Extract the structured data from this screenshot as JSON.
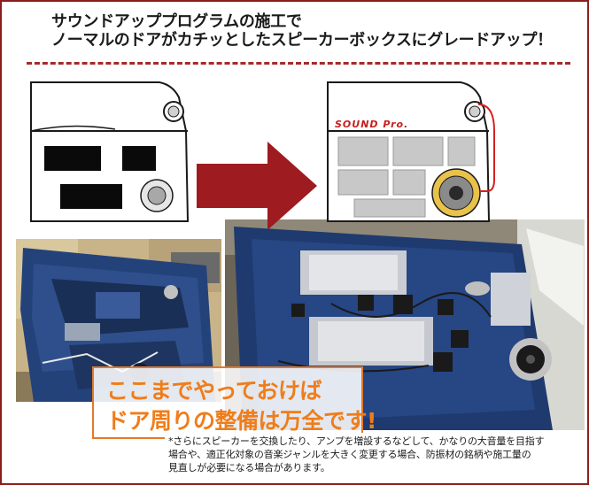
{
  "headline": {
    "line1": "サウンドアッププログラムの施工で",
    "line2": "ノーマルのドアがカチッとしたスピーカーボックスにグレードアップ！"
  },
  "diagram": {
    "brand_logo": "SOUND Pro."
  },
  "callout": {
    "line1": "ここまでやっておけば",
    "line2": "ドア周りの整備は万全です!"
  },
  "footnote": {
    "line1": "*さらにスピーカーを交換したり、アンプを増設するなどして、かなりの大音量を目指す",
    "line2": "場合や、適正化対象の音楽ジャンルを大きく変更する場合、防振材の銘柄や施工量の",
    "line3": "見直しが必要になる場合があります。"
  },
  "colors": {
    "frame": "#8a1c1c",
    "arrow": "#9e1b20",
    "accent_orange": "#ef7d1a",
    "door_blue": "#1f3a6e",
    "dashline": "#a52a2a"
  }
}
